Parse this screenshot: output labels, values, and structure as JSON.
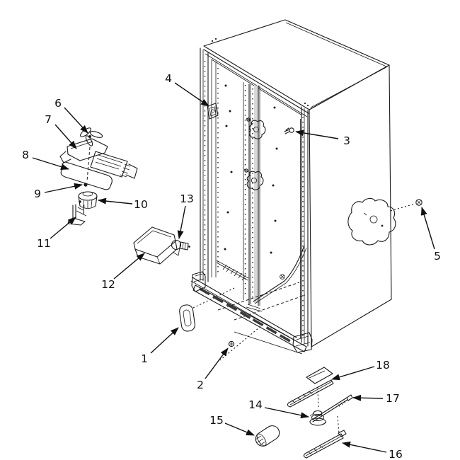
{
  "figure": {
    "background_color": "#ffffff",
    "line_color": "#1b1b1b",
    "kind": "exploded parts diagram"
  },
  "callouts": [
    {
      "label": "1"
    },
    {
      "label": "2"
    },
    {
      "label": "3"
    },
    {
      "label": "4"
    },
    {
      "label": "5"
    },
    {
      "label": "6"
    },
    {
      "label": "7"
    },
    {
      "label": "8"
    },
    {
      "label": "9"
    },
    {
      "label": "10"
    },
    {
      "label": "11"
    },
    {
      "label": "12"
    },
    {
      "label": "13"
    },
    {
      "label": "14"
    },
    {
      "label": "15"
    },
    {
      "label": "16"
    },
    {
      "label": "17"
    },
    {
      "label": "18"
    }
  ]
}
